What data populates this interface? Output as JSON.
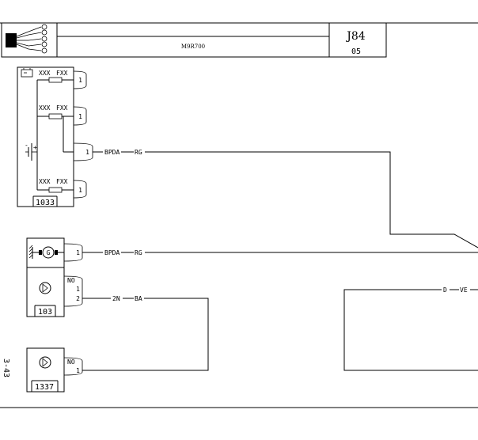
{
  "header": {
    "title": "M9R700",
    "code": "J84",
    "page": "05"
  },
  "side_label": "3-43",
  "fuse_box": {
    "id": "1033",
    "fuses": [
      {
        "a": "XXX",
        "b": "FXX",
        "pin": "1"
      },
      {
        "a": "XXX",
        "b": "FXX",
        "pin": "1"
      },
      {
        "a": "XXX",
        "b": "FXX",
        "pin": "1"
      }
    ],
    "battery_minus": "-",
    "battery_plus": "+",
    "out_pin": "1"
  },
  "generator": {
    "symbol": "G",
    "pin": "1"
  },
  "sensor_103": {
    "id": "103",
    "label_no": "NO",
    "pin_a": "1",
    "pin_b": "2"
  },
  "sensor_1337": {
    "id": "1337",
    "label_no": "NO",
    "pin": "1"
  },
  "wires": {
    "w1_code": "BPDA",
    "w1_color": "RG",
    "w2_code": "BPDA",
    "w2_color": "RG",
    "w3_code": "2N",
    "w3_color": "BA",
    "w4_code": "D",
    "w4_color": "VE"
  }
}
